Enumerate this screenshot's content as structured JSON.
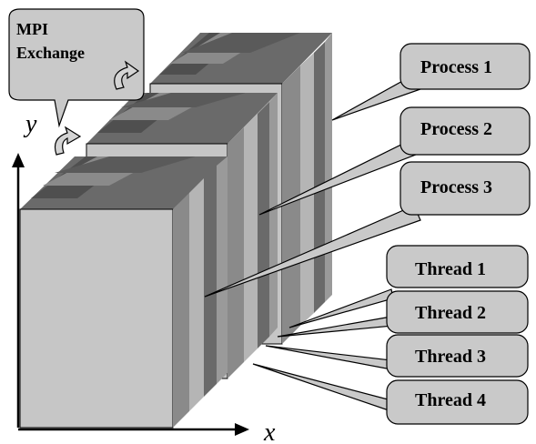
{
  "bubble": {
    "line1": "MPI",
    "line2": "Exchange"
  },
  "axes": {
    "x": "x",
    "y": "y"
  },
  "processes": [
    {
      "label": "Process 1"
    },
    {
      "label": "Process 2"
    },
    {
      "label": "Process 3"
    }
  ],
  "threads": [
    {
      "label": "Thread 1"
    },
    {
      "label": "Thread 2"
    },
    {
      "label": "Thread 3"
    },
    {
      "label": "Thread 4"
    }
  ],
  "colors": {
    "front_face": "#c6c6c6",
    "light_stripe": "#b5b5b5",
    "mid_stripe": "#8a8a8a",
    "dark_stripe": "#6a6a6a",
    "callout_fill": "#c9c9c9",
    "outline": "#000000"
  }
}
